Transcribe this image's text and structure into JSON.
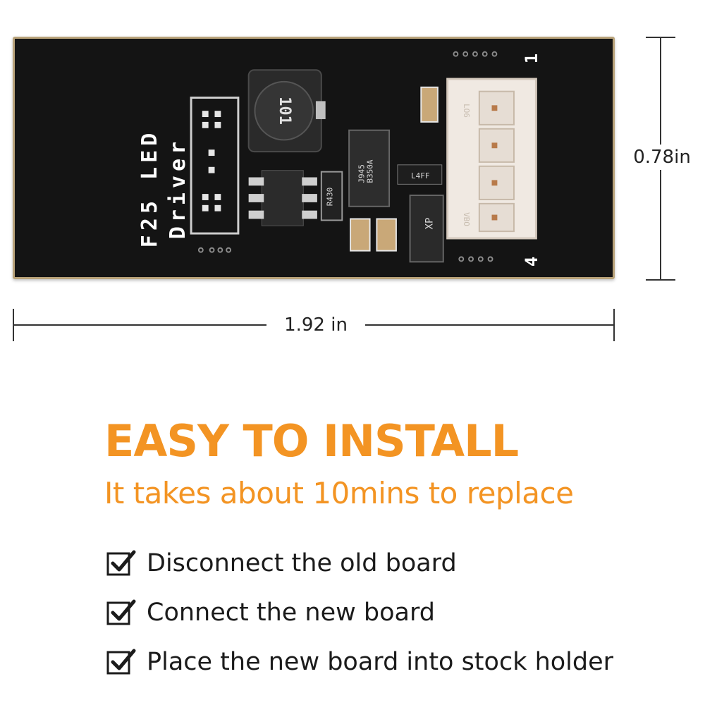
{
  "board": {
    "title": "F25 LED Driver",
    "pin_start": "1",
    "pin_end": "4",
    "inductor_code": "101",
    "diode_code": "J945\nB350A",
    "resistor_code": "R430",
    "small_chip_code": "L4FF",
    "ic_code": "XP",
    "connector_code_top": "LO6",
    "connector_code_bottom": "VBO"
  },
  "dimensions": {
    "height": "0.78in",
    "width": "1.92 in"
  },
  "headline": "EASY TO INSTALL",
  "subhead": "It takes about 10mins to replace",
  "steps": [
    {
      "text": "Disconnect the old board",
      "icon": "checkbox-checked-icon"
    },
    {
      "text": "Connect the new board",
      "icon": "checkbox-checked-icon"
    },
    {
      "text": "Place the new board into stock holder",
      "icon": "checkbox-checked-icon"
    }
  ],
  "colors": {
    "accent": "#f39423",
    "pcb": "#141414",
    "pcb_edge": "#b9a37a",
    "text": "#1b1b1b"
  }
}
